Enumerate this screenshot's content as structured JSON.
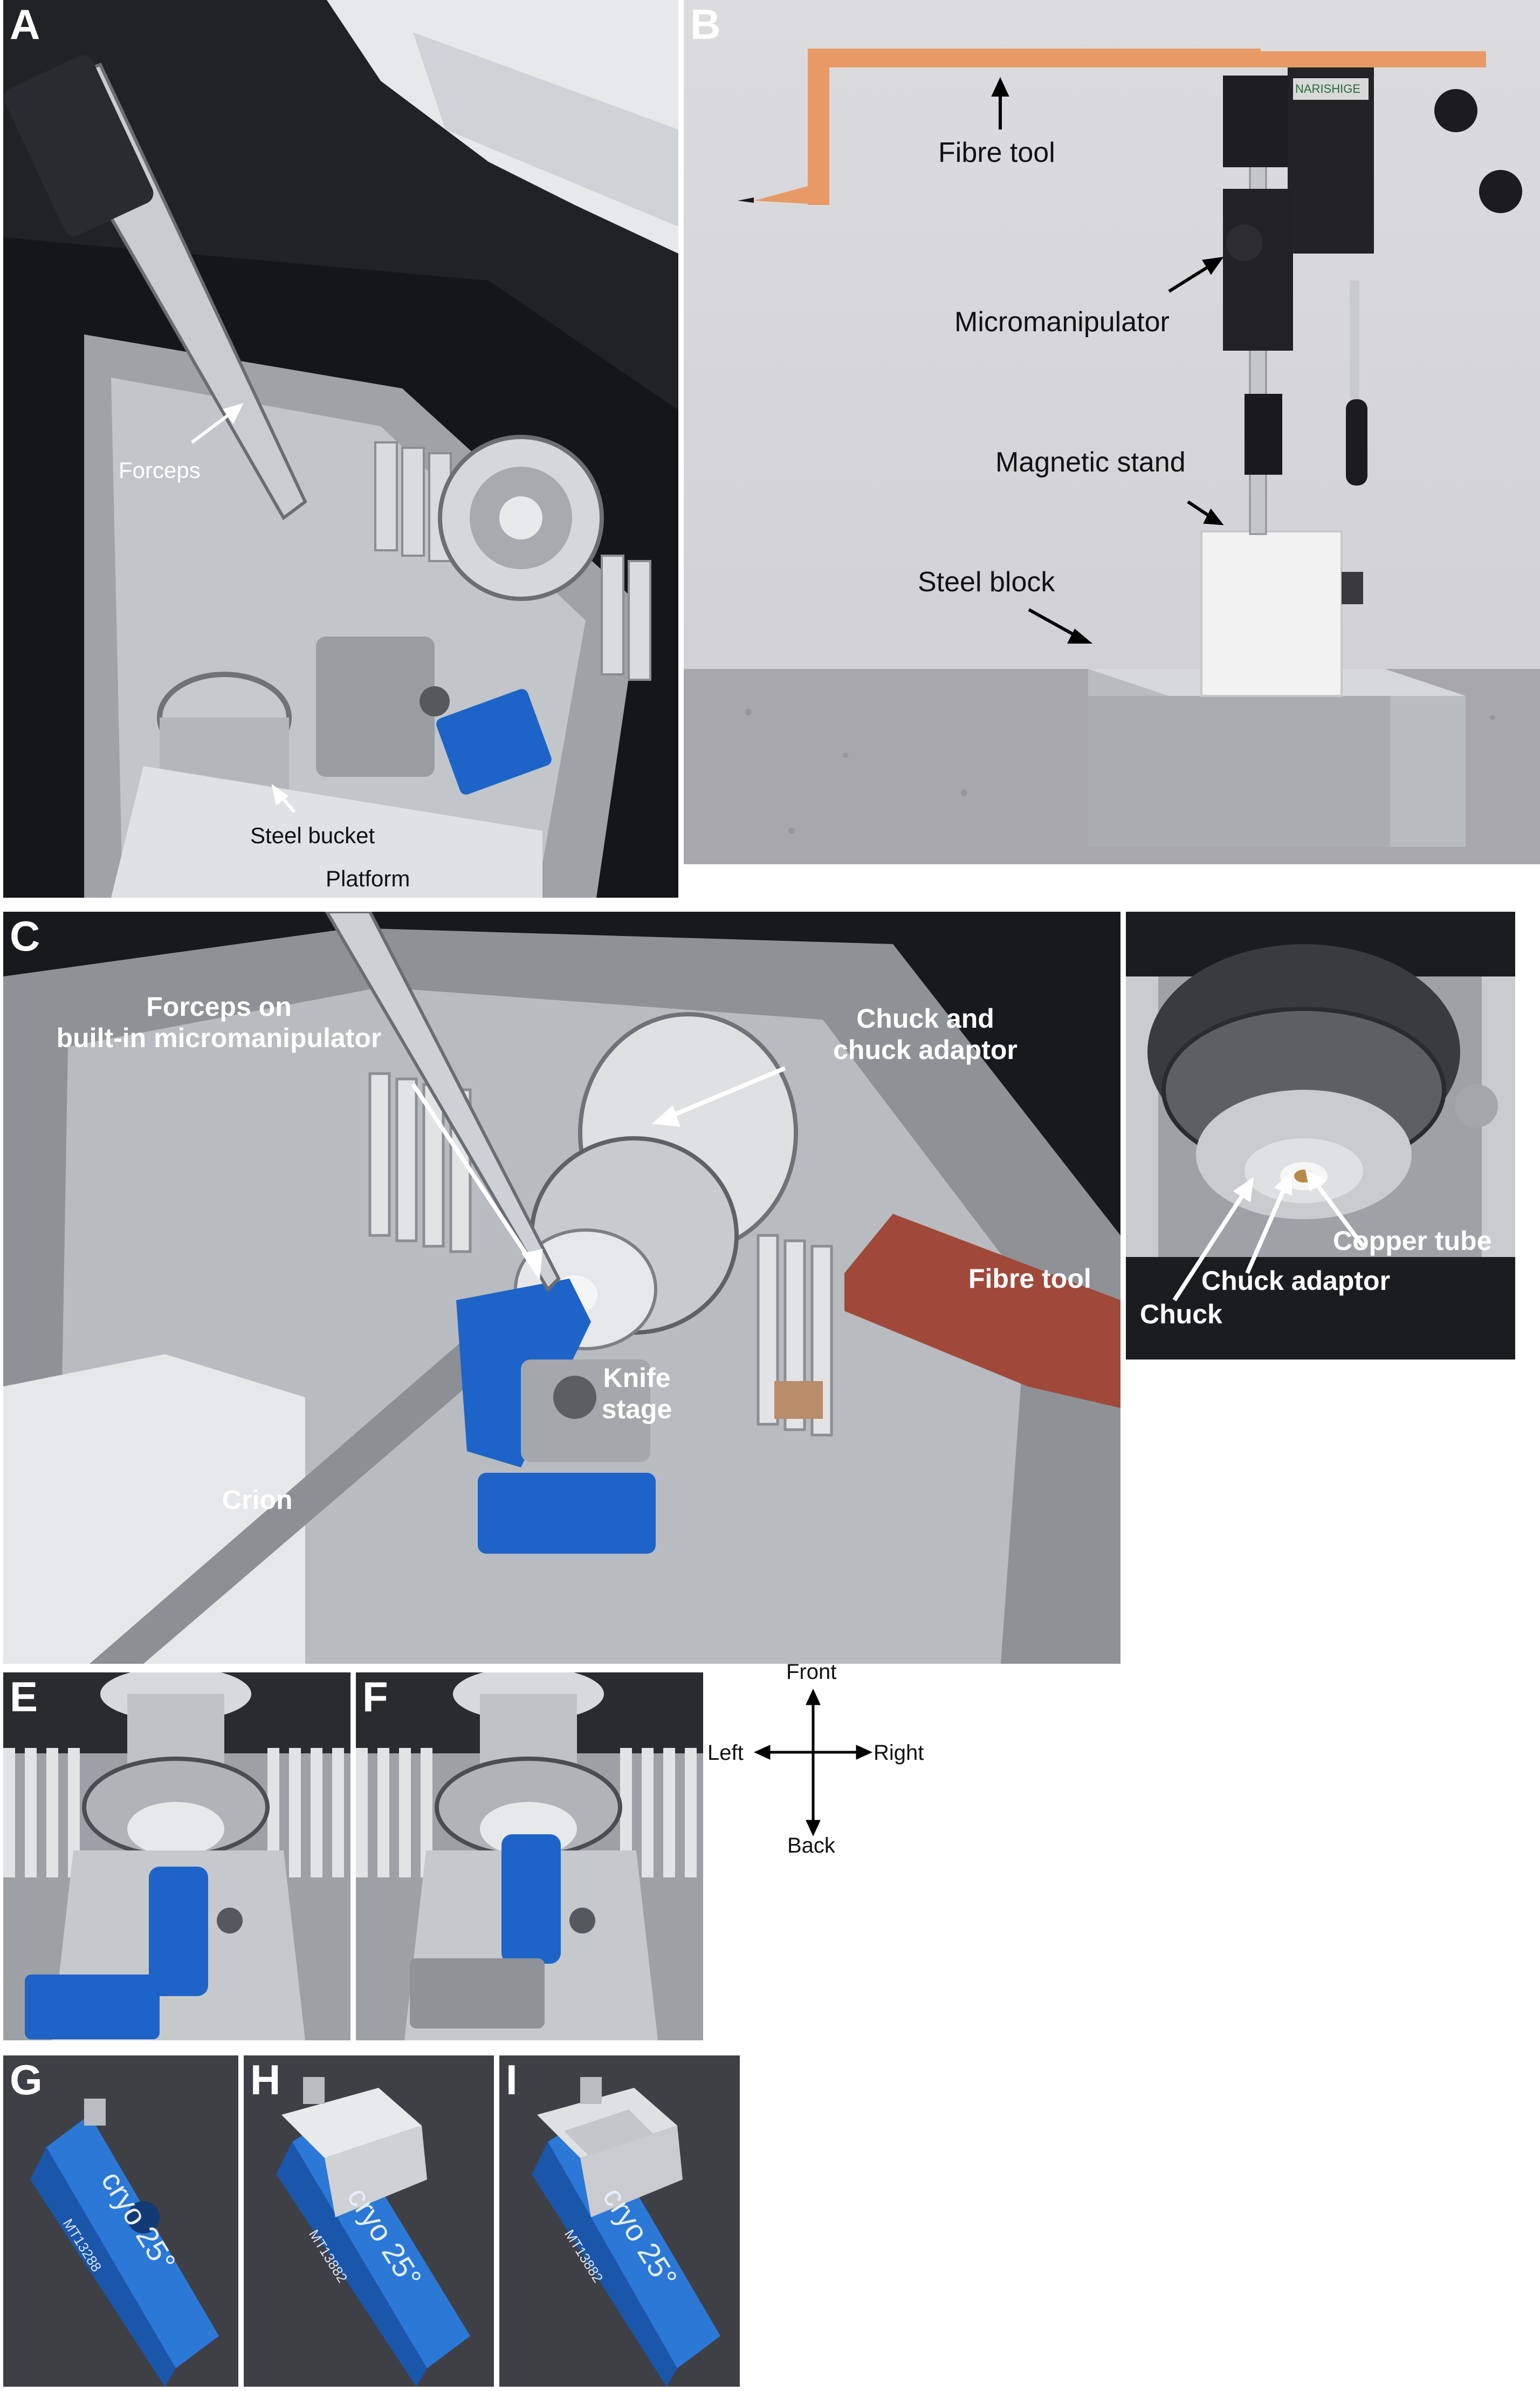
{
  "panels": {
    "A": {
      "letter": "A",
      "labels": {
        "forceps": "Forceps",
        "steel_bucket": "Steel bucket",
        "platform": "Platform"
      }
    },
    "B": {
      "letter": "B",
      "labels": {
        "fibre_tool": "Fibre tool",
        "micromanipulator": "Micromanipulator",
        "magnetic_stand": "Magnetic stand",
        "steel_block": "Steel block"
      },
      "brand_text": "NARISHIGE"
    },
    "C": {
      "letter": "C",
      "labels": {
        "forceps_line1": "Forceps on",
        "forceps_line2": "built-in micromanipulator",
        "chuck_line1": "Chuck and",
        "chuck_line2": "chuck adaptor",
        "fibre_tool": "Fibre tool",
        "knife_line1": "Knife",
        "knife_line2": "stage",
        "crion": "Crion"
      }
    },
    "D": {
      "labels": {
        "copper_tube": "Copper tube",
        "chuck_adaptor": "Chuck adaptor",
        "chuck": "Chuck"
      }
    },
    "E": {
      "letter": "E"
    },
    "F": {
      "letter": "F"
    },
    "G": {
      "letter": "G",
      "block_text": "cryo 25°",
      "serial": "MT13288"
    },
    "H": {
      "letter": "H",
      "block_text": "cryo 25°",
      "serial": "MT13882"
    },
    "I": {
      "letter": "I",
      "block_text": "cryo 25°",
      "serial": "MT13882"
    }
  },
  "compass": {
    "front": "Front",
    "back": "Back",
    "left": "Left",
    "right": "Right"
  },
  "colors": {
    "anodized_blue": "#1e64c8",
    "steel": "#b8bcc0",
    "dark": "#1c1c1e",
    "orange_tool": "#e89a66"
  }
}
